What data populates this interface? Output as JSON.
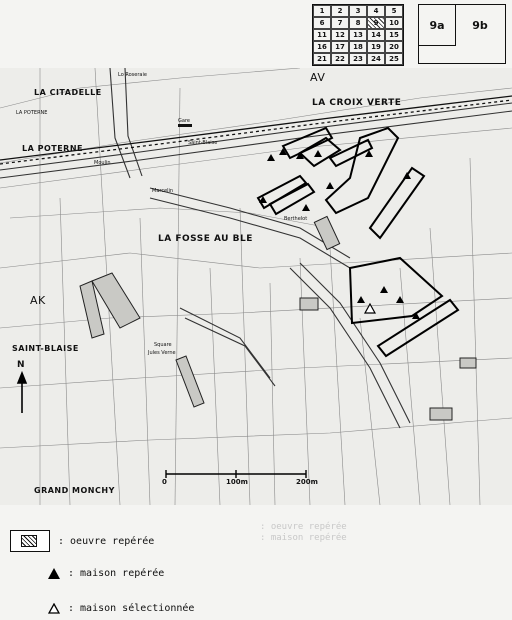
{
  "index_grid": {
    "cells": [
      "1",
      "2",
      "3",
      "4",
      "5",
      "6",
      "7",
      "8",
      "9",
      "10",
      "11",
      "12",
      "13",
      "14",
      "15",
      "16",
      "17",
      "18",
      "19",
      "20",
      "21",
      "22",
      "23",
      "24",
      "25"
    ],
    "selected": "9"
  },
  "sheets": {
    "a": "9a",
    "b": "9b"
  },
  "map": {
    "places": {
      "citadelle": "LA CITADELLE",
      "poterne_small": "LA POTERNE",
      "poterne": "LA POTERNE",
      "croix_verte": "LA CROIX VERTE",
      "fosse": "LA FOSSE AU BLE",
      "saint_blaise": "SAINT-BLAISE",
      "grand_monchy": "GRAND MONCHY",
      "av": "AV",
      "ak": "AK"
    },
    "streets": {
      "roseraie": "Lo Roseraie",
      "gare": "Gare",
      "saint_blaise_st": "Saint-Blaise",
      "marcelin": "Marcelin",
      "berthelot": "Berthelot",
      "square": "Square",
      "jules_verne": "Jules Verne",
      "moulin": "Moulin"
    },
    "north": "N",
    "scale": {
      "zero": "0",
      "mid": "100m",
      "end": "200m"
    }
  },
  "legend": {
    "oeuvre": ": oeuvre repérée",
    "maison": ": maison repérée",
    "selection": ": maison sélectionnée",
    "faded_line1": ": oeuvre repérée",
    "faded_line2": ": maison repérée"
  }
}
